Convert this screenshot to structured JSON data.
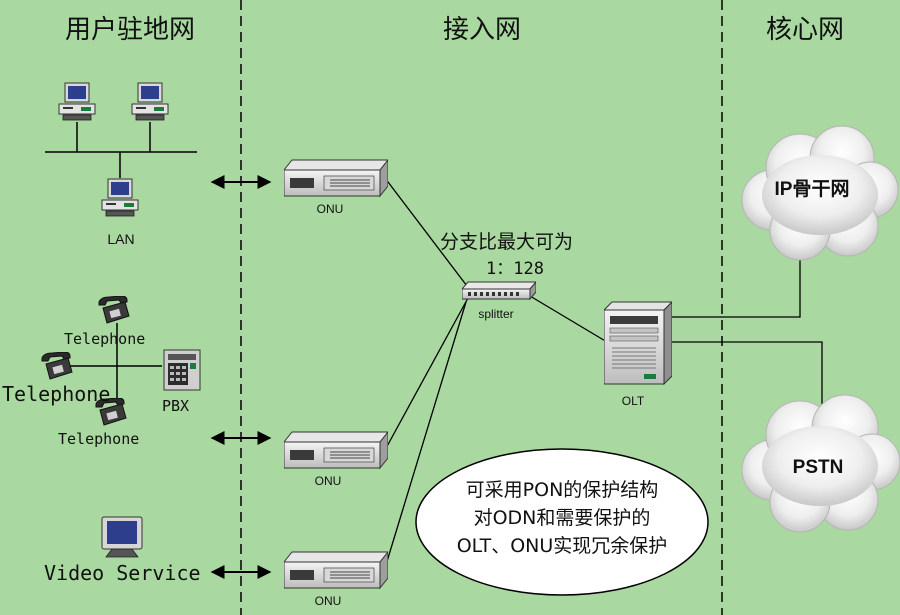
{
  "zones": {
    "customer": "用户驻地网",
    "access": "接入网",
    "core": "核心网"
  },
  "devices": {
    "lan_label": "LAN",
    "telephone_1": "Telephone",
    "telephone_2": "Telephone",
    "telephone_3": "Telephone",
    "pbx": "PBX",
    "video_service": "Video Service",
    "onu_1": "ONU",
    "onu_2": "ONU",
    "onu_3": "ONU",
    "splitter": "splitter",
    "olt": "OLT"
  },
  "split_ratio": {
    "line1": "分支比最大可为",
    "line2": "1：128"
  },
  "clouds": {
    "ip_backbone": "IP骨干网",
    "pstn": "PSTN"
  },
  "note": {
    "line1": "可采用PON的保护结构",
    "line2": "对ODN和需要保护的",
    "line3": "OLT、ONU实现冗余保护"
  }
}
